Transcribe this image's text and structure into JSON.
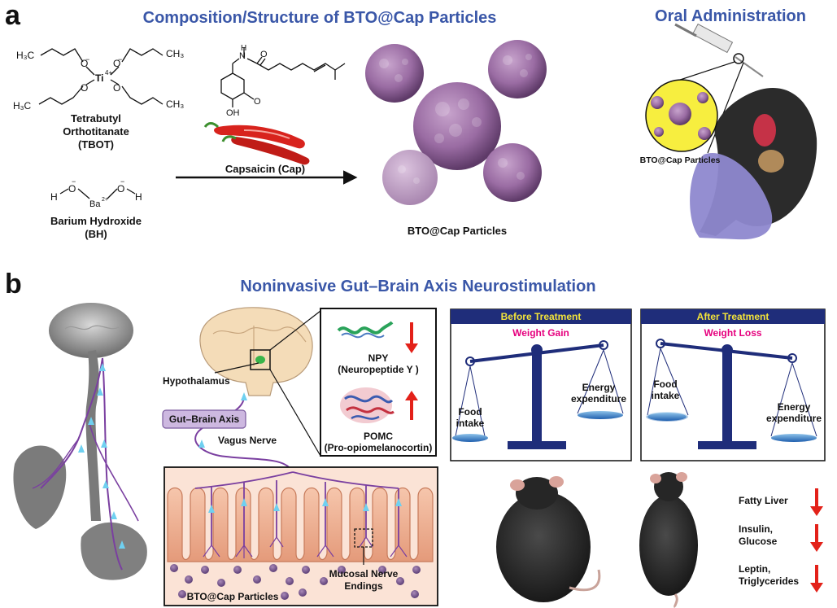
{
  "panel_a": {
    "letter": "a",
    "title": "Composition/Structure of BTO@Cap Particles",
    "tbot": {
      "atoms": {
        "h3c_1": "H₃C",
        "ch3_1": "CH₃",
        "h3c_2": "H₃C",
        "ch3_2": "CH₃",
        "ti": "Ti",
        "ti_charge": "4+",
        "o1": "O",
        "o2": "O",
        "o3": "O",
        "o4": "O",
        "neg": "−"
      },
      "name_line1": "Tetrabutyl",
      "name_line2": "Orthotitanate",
      "abbr": "(TBOT)"
    },
    "bh": {
      "atoms": {
        "h1": "H",
        "h2": "H",
        "o1": "O",
        "o2": "O",
        "ba": "Ba",
        "ba_charge": "2+",
        "neg": "−"
      },
      "name": "Barium Hydroxide",
      "abbr": "(BH)"
    },
    "capsaicin": {
      "atoms": {
        "oh": "OH",
        "o_methoxy": "O",
        "n": "N",
        "h": "H",
        "o_carbonyl": "O"
      },
      "label": "Capsaicin (Cap)"
    },
    "particles_label": "BTO@Cap Particles",
    "oral": {
      "title": "Oral Administration",
      "inset_label": "BTO@Cap Particles"
    }
  },
  "panel_b": {
    "letter": "b",
    "title": "Noninvasive Gut–Brain Axis Neurostimulation",
    "hypothalamus": "Hypothalamus",
    "gut_brain_axis": "Gut–Brain Axis",
    "vagus_nerve": "Vagus Nerve",
    "npy": {
      "name": "NPY",
      "full": "(Neuropeptide Y )"
    },
    "pomc": {
      "name": "POMC",
      "full": "(Pro-opiomelanocortin)"
    },
    "intestine": {
      "particles_label": "BTO@Cap Particles",
      "nerve_line1": "Mucosal Nerve",
      "nerve_line2": "Endings"
    },
    "before": {
      "header": "Before Treatment",
      "subtitle": "Weight Gain",
      "left_line1": "Food",
      "left_line2": "intake",
      "right_line1": "Energy",
      "right_line2": "expenditure"
    },
    "after": {
      "header": "After Treatment",
      "subtitle": "Weight Loss",
      "left_line1": "Food",
      "left_line2": "intake",
      "right_line1": "Energy",
      "right_line2": "expenditure"
    },
    "effects": {
      "fatty_liver": "Fatty Liver",
      "insulin_line1": "Insulin,",
      "insulin_line2": "Glucose",
      "leptin_line1": "Leptin,",
      "leptin_line2": "Triglycerides"
    }
  },
  "colors": {
    "title_blue": "#3a57a8",
    "scale_blue": "#1f2d7a",
    "header_yellow": "#f3e43a",
    "magenta": "#e6007e",
    "arrow_red": "#e32119",
    "particle_purple": "#9a6ca3",
    "nerve_purple": "#7a3fa0",
    "tissue_peach": "#f2b79a",
    "box_lilac": "#cdb8e0"
  }
}
